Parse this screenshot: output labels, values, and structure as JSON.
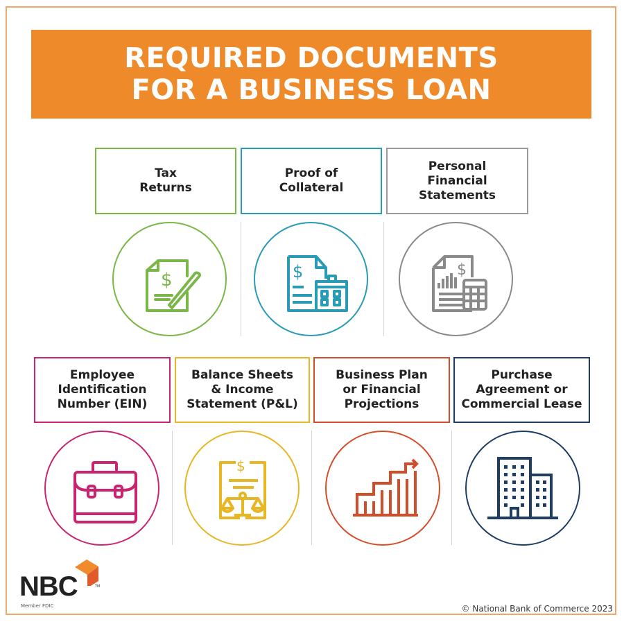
{
  "title": {
    "line1": "REQUIRED DOCUMENTS",
    "line2": "FOR A BUSINESS LOAN"
  },
  "colors": {
    "brand_orange": "#ee8a2a",
    "frame": "#f0a668",
    "green": "#7ab648",
    "teal": "#2a9bb4",
    "gray": "#8a8a8a",
    "magenta": "#c8246f",
    "yellow": "#e8b523",
    "red_orange": "#d24e2a",
    "navy": "#1d3d64"
  },
  "documents": [
    {
      "lines": [
        "Tax",
        "Returns"
      ],
      "icon": "tax-document-pen-icon",
      "color": "#7ab648"
    },
    {
      "lines": [
        "Proof of",
        "Collateral"
      ],
      "icon": "document-building-icon",
      "color": "#2a9bb4"
    },
    {
      "lines": [
        "Personal",
        "Financial",
        "Statements"
      ],
      "icon": "document-calculator-icon",
      "color": "#8a8a8a"
    },
    {
      "lines": [
        "Employee",
        "Identification",
        "Number (EIN)"
      ],
      "icon": "briefcase-icon",
      "color": "#c8246f"
    },
    {
      "lines": [
        "Balance Sheets",
        "& Income",
        "Statement (P&L)"
      ],
      "icon": "document-scales-icon",
      "color": "#e8b523"
    },
    {
      "lines": [
        "Business Plan",
        "or Financial",
        "Projections"
      ],
      "icon": "growth-chart-icon",
      "color": "#d24e2a"
    },
    {
      "lines": [
        "Purchase",
        "Agreement or",
        "Commercial Lease"
      ],
      "icon": "office-buildings-icon",
      "color": "#1d3d64"
    }
  ],
  "footer": {
    "logo_text": "NBC",
    "trademark": "TM",
    "member": "Member FDIC",
    "copyright": "© National Bank of Commerce 2023"
  }
}
